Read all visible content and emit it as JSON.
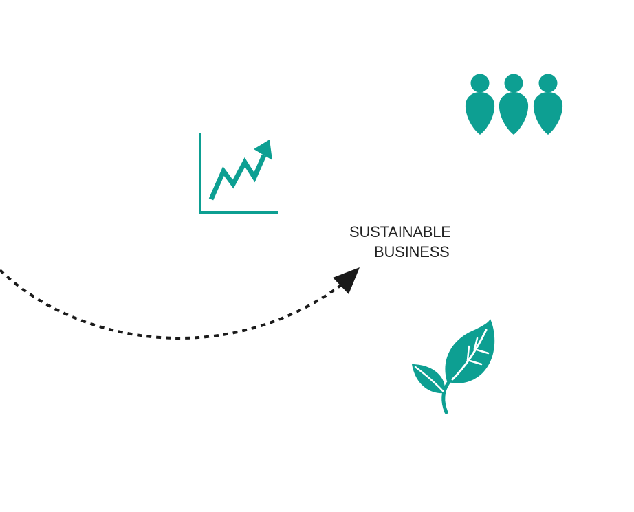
{
  "diagram": {
    "label_line1": "SUSTAINABLE",
    "label_line2": "BUSINESS"
  },
  "icons": {
    "growth": "growth-chart-icon",
    "people": "people-icon",
    "plant": "plant-leaf-icon",
    "arrow": "dotted-arrow"
  },
  "colors": {
    "accent": "#0d9f92",
    "text": "#222222",
    "arrow": "#1a1a1a"
  }
}
